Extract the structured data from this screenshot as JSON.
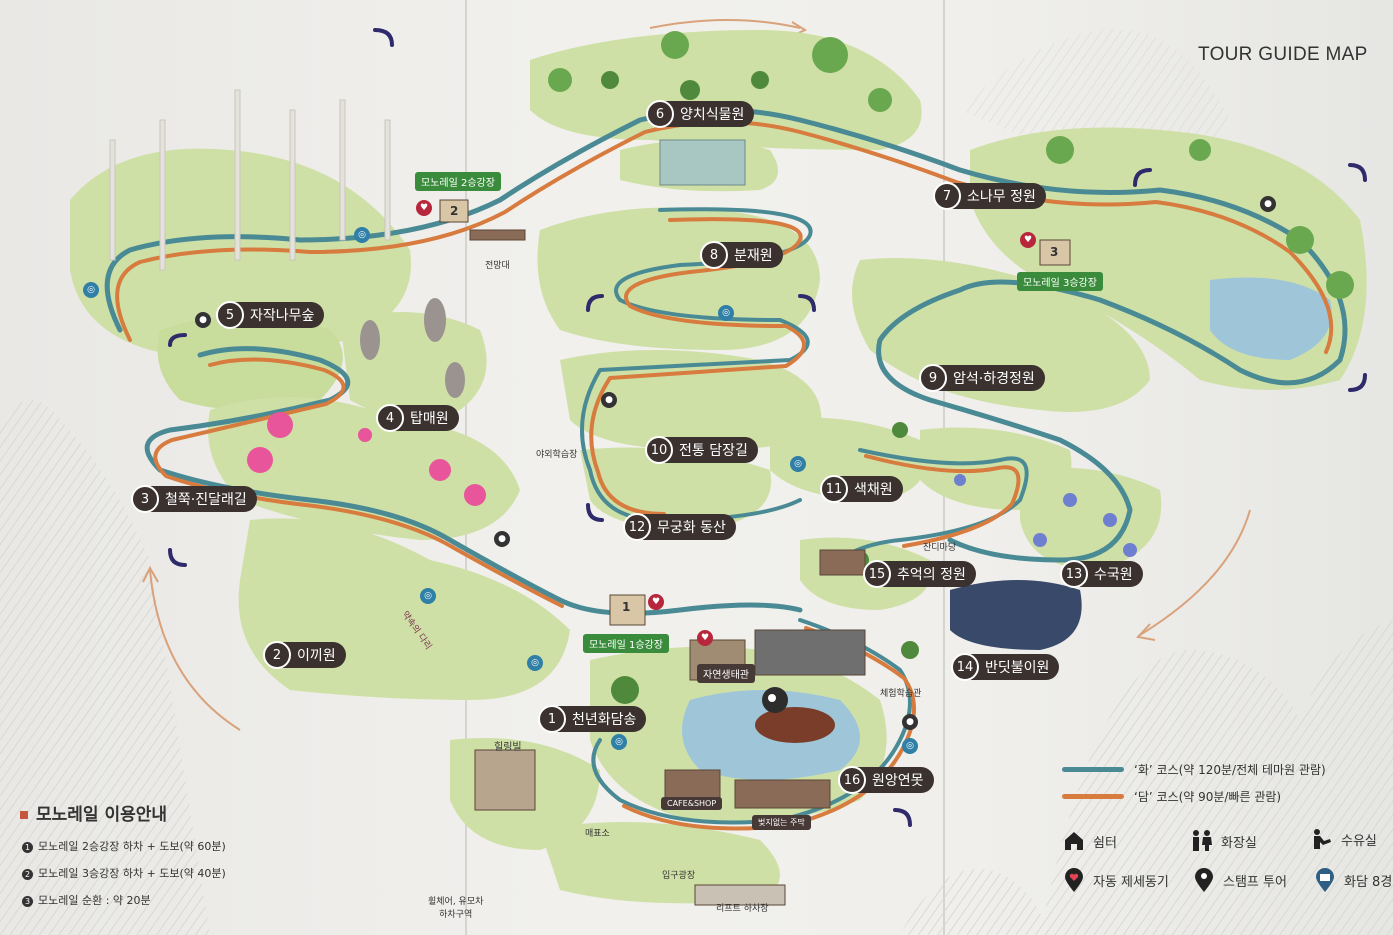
{
  "title": "TOUR GUIDE MAP",
  "colors": {
    "hwa_course": "#4a8a94",
    "dam_course": "#d77b3f",
    "land": "#cfe0a6",
    "land_dark": "#b9d38a",
    "ring_marker": "#2e2a6b",
    "tag_bg": "#3b3230"
  },
  "spots": [
    {
      "num": "1",
      "label": "천년화담송"
    },
    {
      "num": "2",
      "label": "이끼원"
    },
    {
      "num": "3",
      "label": "철쭉·진달래길"
    },
    {
      "num": "4",
      "label": "탑매원"
    },
    {
      "num": "5",
      "label": "자작나무숲"
    },
    {
      "num": "6",
      "label": "양치식물원"
    },
    {
      "num": "7",
      "label": "소나무 정원"
    },
    {
      "num": "8",
      "label": "분재원"
    },
    {
      "num": "9",
      "label": "암석·하경정원"
    },
    {
      "num": "10",
      "label": "전통 담장길"
    },
    {
      "num": "11",
      "label": "색채원"
    },
    {
      "num": "12",
      "label": "무궁화 동산"
    },
    {
      "num": "13",
      "label": "수국원"
    },
    {
      "num": "14",
      "label": "반딧불이원"
    },
    {
      "num": "15",
      "label": "추억의 정원"
    },
    {
      "num": "16",
      "label": "원앙연못"
    }
  ],
  "small_labels": {
    "observatory": "전망대",
    "outdoor_classroom": "야외학습장",
    "lawn": "잔디마당",
    "promise_bridge": "약속의 다리",
    "nature_hall": "자연생태관",
    "experience_hall": "체험학습관",
    "healing_hall": "힐링빌",
    "cafe_shop": "CAFE&SHOP",
    "wishing_street": "벚지없는 주막",
    "ticket": "매표소",
    "entrance_plaza": "입구광장",
    "lift": "리프트 하차장",
    "wheelchair": "휠체어, 유모차\n하차구역",
    "stop1": "모노레일 1승강장",
    "stop2": "모노레일 2승강장",
    "stop3": "모노레일 3승강장",
    "stop1_num": "1",
    "stop2_num": "2",
    "stop3_num": "3"
  },
  "monorail_info": {
    "title": "모노레일 이용안내",
    "rows": [
      {
        "n": "1",
        "text": "모노레일 2승강장 하차 + 도보(약 60분)"
      },
      {
        "n": "2",
        "text": "모노레일 3승강장 하차 + 도보(약 40분)"
      },
      {
        "n": "3",
        "text": "모노레일 순환 : 약 20분"
      }
    ]
  },
  "courses": [
    {
      "label": "‘화’ 코스(약 120분/전체 테마원 관람)"
    },
    {
      "label": "‘담’ 코스(약 90분/빠른 관람)"
    }
  ],
  "legend": [
    {
      "icon": "shelter-icon",
      "label": "쉼터"
    },
    {
      "icon": "restroom-icon",
      "label": "화장실"
    },
    {
      "icon": "water-fountain-icon",
      "label": "수유실"
    },
    {
      "icon": "vending-pin-icon",
      "label": "자동 제세동기"
    },
    {
      "icon": "stamp-pin-icon",
      "label": "스탬프 투어"
    },
    {
      "icon": "photo-spot-pin-icon",
      "label": "화담 8경"
    }
  ]
}
